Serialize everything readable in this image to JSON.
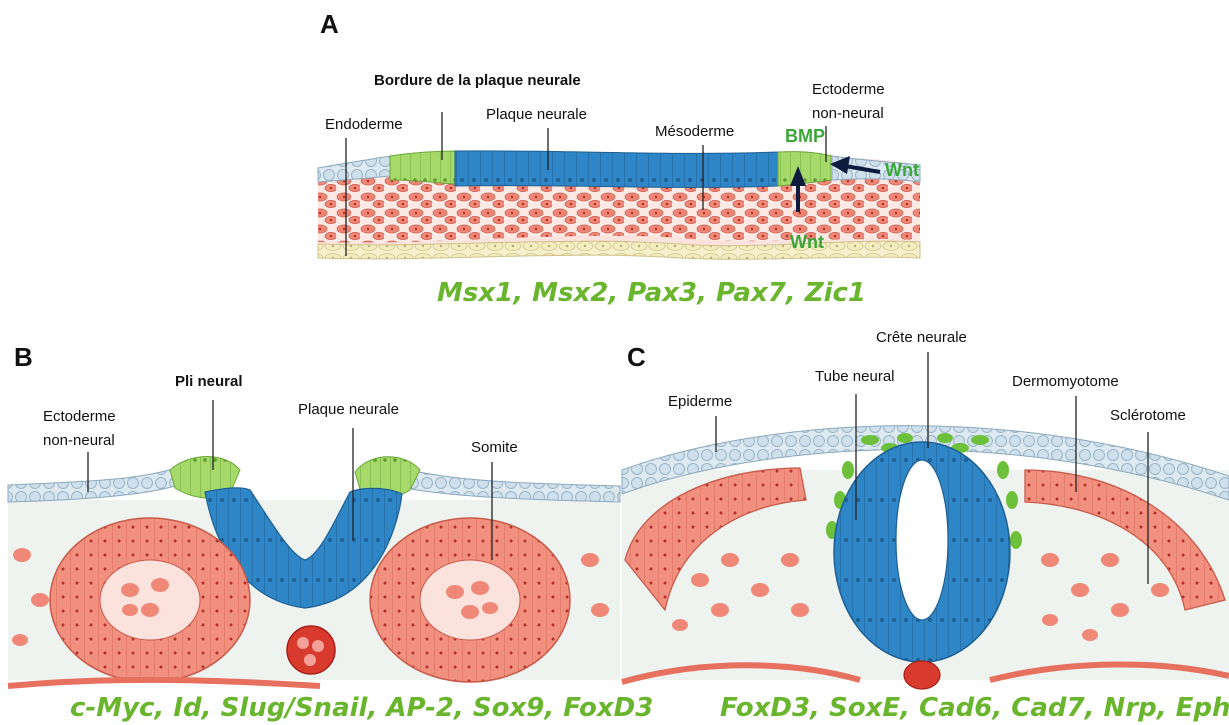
{
  "panels": {
    "a": {
      "letter": "A",
      "labels": {
        "border": "Bordure de la plaque neurale",
        "neural_plate": "Plaque neurale",
        "endoderm": "Endoderme",
        "mesoderm": "Mésoderme",
        "ectoderm_1": "Ectoderme",
        "ectoderm_2": "non-neural",
        "bmp": "BMP",
        "wnt_right": "Wnt",
        "wnt_bottom": "Wnt"
      },
      "genes": "Msx1, Msx2, Pax3, Pax7, Zic1"
    },
    "b": {
      "letter": "B",
      "labels": {
        "neural_fold": "Pli neural",
        "ectoderm_1": "Ectoderme",
        "ectoderm_2": "non-neural",
        "neural_plate": "Plaque neurale",
        "somite": "Somite"
      },
      "genes": "c-Myc, Id, Slug/Snail, AP-2, Sox9, FoxD3"
    },
    "c": {
      "letter": "C",
      "labels": {
        "neural_crest": "Crête neurale",
        "neural_tube": "Tube neural",
        "epidermis": "Epiderme",
        "dermomyotome": "Dermomyotome",
        "sclerotome": "Sclérotome"
      },
      "genes": "FoxD3, SoxE, Cad6, Cad7, Nrp, Eph"
    }
  },
  "colors": {
    "neural_plate": "#2f86c6",
    "neural_border": "#8cc63f",
    "ectoderm": "#c9dde8",
    "mesoderm": "#f08878",
    "endoderm": "#f3ecc0",
    "signal_green": "#3aa63a",
    "gene_green": "#6ab52e"
  }
}
